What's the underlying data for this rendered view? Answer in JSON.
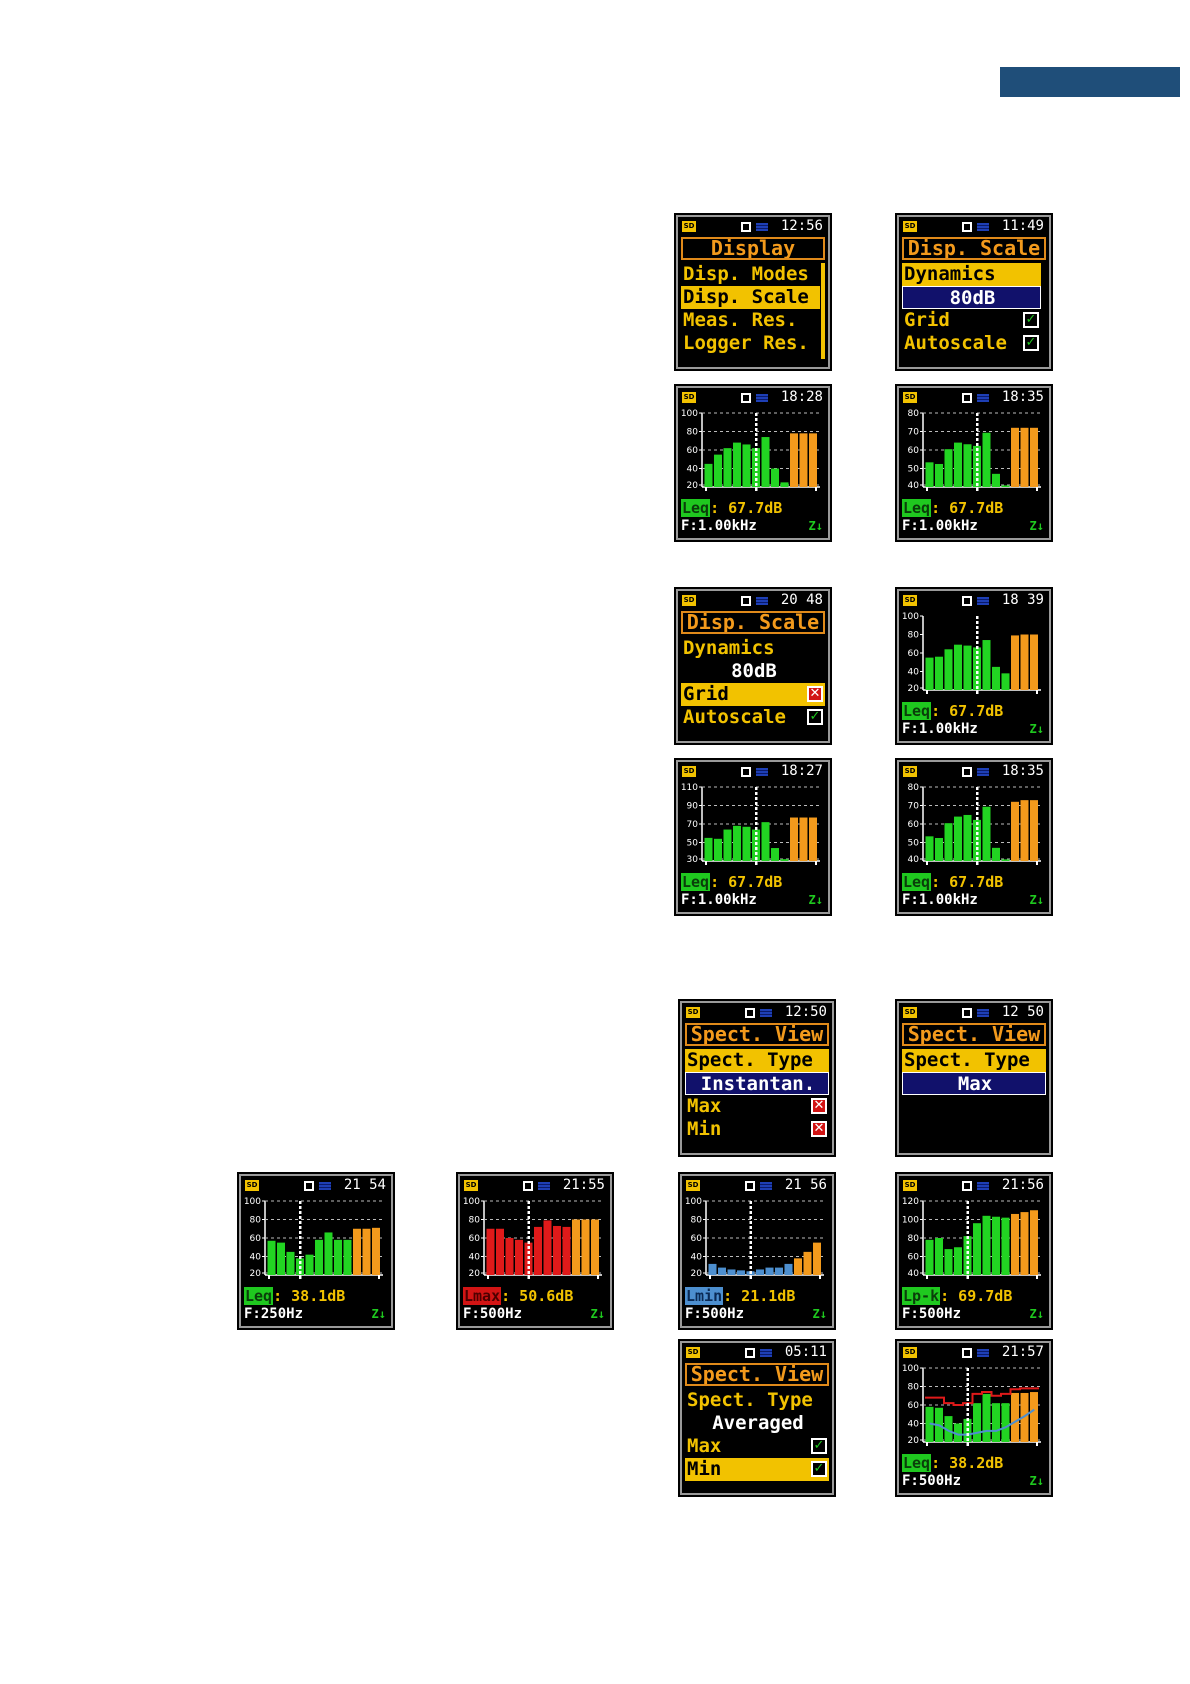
{
  "header": {
    "bar_color": "#1f4e79"
  },
  "screens": [
    {
      "id": "s1",
      "kind": "menu",
      "clock": "12:56",
      "title": "Display",
      "rows": [
        {
          "label": "Disp. Modes",
          "style": "normal"
        },
        {
          "label": "Disp. Scale",
          "style": "sel"
        },
        {
          "label": "Meas. Res.",
          "style": "normal"
        },
        {
          "label": "Logger Res.",
          "style": "normal"
        }
      ],
      "scrollbar": true
    },
    {
      "id": "s2",
      "kind": "menu",
      "clock": "11:49",
      "title": "Disp. Scale",
      "rows": [
        {
          "label": "Dynamics",
          "style": "sel"
        },
        {
          "label": "80dB",
          "style": "valsel"
        },
        {
          "label": "Grid",
          "style": "normal",
          "check": "ok"
        },
        {
          "label": "Autoscale",
          "style": "normal",
          "check": "ok"
        }
      ]
    },
    {
      "id": "s3",
      "kind": "chart",
      "clock": "18:28",
      "yticks": [
        "100",
        "80",
        "60",
        "40",
        "20"
      ],
      "ymin": 20,
      "ymax": 100,
      "grid": true,
      "bars": [
        [
          45,
          "g"
        ],
        [
          55,
          "g"
        ],
        [
          62,
          "g"
        ],
        [
          68,
          "g"
        ],
        [
          66,
          "g"
        ],
        [
          62,
          "g"
        ],
        [
          74,
          "g"
        ],
        [
          40,
          "g"
        ],
        [
          25,
          "g"
        ],
        [
          78,
          "o"
        ],
        [
          78,
          "o"
        ],
        [
          78,
          "o"
        ]
      ],
      "cursor_index": 5,
      "readout_label": "Leq",
      "readout_color": "green",
      "readout_value": "67.7dB",
      "freq": "F:1.00kHz",
      "zflag": "Z↓"
    },
    {
      "id": "s4",
      "kind": "chart",
      "clock": "18:35",
      "yticks": [
        "80",
        "70",
        "60",
        "50",
        "40"
      ],
      "ymin": 37,
      "ymax": 82,
      "grid": true,
      "bars": [
        [
          52,
          "g"
        ],
        [
          51,
          "g"
        ],
        [
          60,
          "g"
        ],
        [
          64,
          "g"
        ],
        [
          63,
          "g"
        ],
        [
          62,
          "g"
        ],
        [
          70,
          "g"
        ],
        [
          45,
          "g"
        ],
        [
          38,
          "g"
        ],
        [
          73,
          "o"
        ],
        [
          73,
          "o"
        ],
        [
          73,
          "o"
        ]
      ],
      "cursor_index": 5,
      "readout_label": "Leq",
      "readout_color": "green",
      "readout_value": "67.7dB",
      "freq": "F:1.00kHz",
      "zflag": "Z↓"
    },
    {
      "id": "s5",
      "kind": "menu",
      "clock": "20 48",
      "title": "Disp. Scale",
      "rows": [
        {
          "label": "Dynamics",
          "style": "normal"
        },
        {
          "label": "80dB",
          "style": "val"
        },
        {
          "label": "Grid",
          "style": "sel",
          "check": "x"
        },
        {
          "label": "Autoscale",
          "style": "normal",
          "check": "ok"
        }
      ],
      "full": true
    },
    {
      "id": "s6",
      "kind": "chart",
      "clock": "18 39",
      "yticks": [
        "100",
        "80",
        "60",
        "40",
        "20"
      ],
      "ymin": 20,
      "ymax": 100,
      "grid": false,
      "bars": [
        [
          55,
          "g"
        ],
        [
          56,
          "g"
        ],
        [
          64,
          "g"
        ],
        [
          69,
          "g"
        ],
        [
          68,
          "g"
        ],
        [
          66,
          "g"
        ],
        [
          74,
          "g"
        ],
        [
          45,
          "g"
        ],
        [
          38,
          "g"
        ],
        [
          79,
          "o"
        ],
        [
          80,
          "o"
        ],
        [
          80,
          "o"
        ]
      ],
      "cursor_index": 5,
      "readout_label": "Leq",
      "readout_color": "green",
      "readout_value": "67.7dB",
      "freq": "F:1.00kHz",
      "zflag": "Z↓"
    },
    {
      "id": "s7",
      "kind": "chart",
      "clock": "18:27",
      "yticks": [
        "110",
        "90",
        "70",
        "50",
        "30"
      ],
      "ymin": 30,
      "ymax": 110,
      "grid": true,
      "bars": [
        [
          55,
          "g"
        ],
        [
          54,
          "g"
        ],
        [
          64,
          "g"
        ],
        [
          68,
          "g"
        ],
        [
          67,
          "g"
        ],
        [
          64,
          "g"
        ],
        [
          72,
          "g"
        ],
        [
          44,
          "g"
        ],
        [
          32,
          "g"
        ],
        [
          77,
          "o"
        ],
        [
          77,
          "o"
        ],
        [
          77,
          "o"
        ]
      ],
      "cursor_index": 5,
      "readout_label": "Leq",
      "readout_color": "green",
      "readout_value": "67.7dB",
      "freq": "F:1.00kHz",
      "zflag": "Z↓"
    },
    {
      "id": "s8",
      "kind": "chart",
      "clock": "18:35",
      "yticks": [
        "80",
        "70",
        "60",
        "50",
        "40"
      ],
      "ymin": 37,
      "ymax": 82,
      "grid": true,
      "bars": [
        [
          52,
          "g"
        ],
        [
          51,
          "g"
        ],
        [
          60,
          "g"
        ],
        [
          64,
          "g"
        ],
        [
          65,
          "g"
        ],
        [
          62,
          "g"
        ],
        [
          70,
          "g"
        ],
        [
          45,
          "g"
        ],
        [
          38,
          "g"
        ],
        [
          73,
          "o"
        ],
        [
          74,
          "o"
        ],
        [
          74,
          "o"
        ]
      ],
      "cursor_index": 5,
      "readout_label": "Leq",
      "readout_color": "green",
      "readout_value": "67.7dB",
      "freq": "F:1.00kHz",
      "zflag": "Z↓"
    },
    {
      "id": "s9",
      "kind": "menu",
      "clock": "12:50",
      "title": "Spect. View",
      "rows": [
        {
          "label": "Spect. Type",
          "style": "sel"
        },
        {
          "label": "Instantan.",
          "style": "valsel"
        },
        {
          "label": "Max",
          "style": "normal",
          "check": "x"
        },
        {
          "label": "Min",
          "style": "normal",
          "check": "x"
        }
      ],
      "full": true
    },
    {
      "id": "s10",
      "kind": "menu",
      "clock": "12 50",
      "title": "Spect. View",
      "rows": [
        {
          "label": "Spect. Type",
          "style": "sel"
        },
        {
          "label": "Max",
          "style": "valsel"
        }
      ],
      "full": true
    },
    {
      "id": "s11",
      "kind": "chart",
      "clock": "21 54",
      "yticks": [
        "100",
        "80",
        "60",
        "40",
        "20"
      ],
      "ymin": 20,
      "ymax": 100,
      "grid": true,
      "bars": [
        [
          57,
          "g"
        ],
        [
          55,
          "g"
        ],
        [
          45,
          "g"
        ],
        [
          38,
          "g"
        ],
        [
          42,
          "g"
        ],
        [
          58,
          "g"
        ],
        [
          66,
          "g"
        ],
        [
          58,
          "g"
        ],
        [
          58,
          "g"
        ],
        [
          70,
          "o"
        ],
        [
          70,
          "o"
        ],
        [
          71,
          "o"
        ]
      ],
      "cursor_index": 3,
      "readout_label": "Leq",
      "readout_color": "green",
      "readout_value": "38.1dB",
      "freq": "F:250Hz",
      "zflag": "Z↓"
    },
    {
      "id": "s12",
      "kind": "chart",
      "clock": "21:55",
      "yticks": [
        "100",
        "80",
        "60",
        "40",
        "20"
      ],
      "ymin": 20,
      "ymax": 100,
      "grid": true,
      "bars": [
        [
          70,
          "r"
        ],
        [
          70,
          "r"
        ],
        [
          60,
          "r"
        ],
        [
          58,
          "r"
        ],
        [
          55,
          "r"
        ],
        [
          72,
          "r"
        ],
        [
          79,
          "r"
        ],
        [
          73,
          "r"
        ],
        [
          72,
          "r"
        ],
        [
          80,
          "o"
        ],
        [
          80,
          "o"
        ],
        [
          80,
          "o"
        ]
      ],
      "cursor_index": 4,
      "readout_label": "Lmax",
      "readout_color": "red",
      "readout_value": "50.6dB",
      "freq": "F:500Hz",
      "zflag": "Z↓"
    },
    {
      "id": "s13",
      "kind": "chart",
      "clock": "21 56",
      "yticks": [
        "100",
        "80",
        "60",
        "40",
        "20"
      ],
      "ymin": 20,
      "ymax": 100,
      "grid": true,
      "bars": [
        [
          32,
          "b"
        ],
        [
          28,
          "b"
        ],
        [
          26,
          "b"
        ],
        [
          25,
          "b"
        ],
        [
          24,
          "b"
        ],
        [
          26,
          "b"
        ],
        [
          28,
          "b"
        ],
        [
          28,
          "b"
        ],
        [
          32,
          "b"
        ],
        [
          38,
          "o"
        ],
        [
          45,
          "o"
        ],
        [
          55,
          "o"
        ]
      ],
      "cursor_index": 4,
      "readout_label": "Lmin",
      "readout_color": "blue",
      "readout_value": "21.1dB",
      "freq": "F:500Hz",
      "zflag": "Z↓"
    },
    {
      "id": "s14",
      "kind": "chart",
      "clock": "21:56",
      "yticks": [
        "120",
        "100",
        "80",
        "60",
        "40"
      ],
      "ymin": 40,
      "ymax": 120,
      "grid": true,
      "bars": [
        [
          78,
          "g"
        ],
        [
          80,
          "g"
        ],
        [
          68,
          "g"
        ],
        [
          70,
          "g"
        ],
        [
          82,
          "g"
        ],
        [
          96,
          "g"
        ],
        [
          104,
          "g"
        ],
        [
          103,
          "g"
        ],
        [
          102,
          "g"
        ],
        [
          106,
          "o"
        ],
        [
          108,
          "o"
        ],
        [
          110,
          "o"
        ]
      ],
      "cursor_index": 4,
      "readout_label": "Lp-k",
      "readout_color": "green",
      "readout_value": "69.7dB",
      "freq": "F:500Hz",
      "zflag": "Z↓"
    },
    {
      "id": "s15",
      "kind": "menu",
      "clock": "05:11",
      "title": "Spect. View",
      "rows": [
        {
          "label": "Spect. Type",
          "style": "normal"
        },
        {
          "label": "Averaged",
          "style": "val"
        },
        {
          "label": "Max",
          "style": "normal",
          "check": "ok"
        },
        {
          "label": "Min",
          "style": "sel",
          "check": "ok"
        }
      ],
      "full": true
    },
    {
      "id": "s16",
      "kind": "chart",
      "clock": "21:57",
      "yticks": [
        "100",
        "80",
        "60",
        "40",
        "20"
      ],
      "ymin": 20,
      "ymax": 100,
      "grid": true,
      "bars": [
        [
          58,
          "g"
        ],
        [
          57,
          "g"
        ],
        [
          48,
          "g"
        ],
        [
          40,
          "g"
        ],
        [
          45,
          "g"
        ],
        [
          62,
          "g"
        ],
        [
          72,
          "g"
        ],
        [
          62,
          "g"
        ],
        [
          62,
          "g"
        ],
        [
          73,
          "o"
        ],
        [
          73,
          "o"
        ],
        [
          74,
          "o"
        ]
      ],
      "cursor_index": 4,
      "readout_label": "Leq",
      "readout_color": "green",
      "readout_value": "38.2dB",
      "freq": "F:500Hz",
      "zflag": "Z↓",
      "max_line": [
        68,
        68,
        62,
        60,
        62,
        72,
        74,
        70,
        72,
        77,
        78,
        78
      ],
      "min_line": [
        40,
        38,
        32,
        28,
        28,
        30,
        32,
        32,
        36,
        42,
        48,
        55
      ]
    }
  ]
}
